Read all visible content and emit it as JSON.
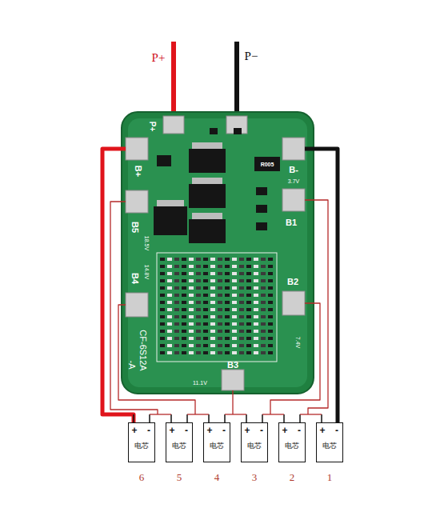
{
  "diagram": {
    "nodes": [
      {
        "text": [
          "电芯"
        ]
      },
      {
        "text": [
          "电芯"
        ]
      },
      {
        "text": [
          "电芯"
        ]
      },
      {
        "text": [
          "电芯"
        ]
      },
      {
        "text": [
          "电芯"
        ]
      },
      {
        "text": [
          "电芯"
        ]
      }
    ],
    "labels": [
      "P+",
      "P−",
      "P+",
      "B+",
      "B-",
      "R005",
      "3.7V",
      "B5",
      "18.5V",
      "B1",
      "B4",
      "14.8V",
      "B2",
      "7.4V",
      "CF-6S12A",
      "-A",
      "B3",
      "11.1V",
      "+",
      "-",
      "+",
      "-",
      "+",
      "-",
      "+",
      "-",
      "+",
      "-",
      "+",
      "-",
      "6",
      "5",
      "4",
      "3",
      "2",
      "1"
    ]
  }
}
